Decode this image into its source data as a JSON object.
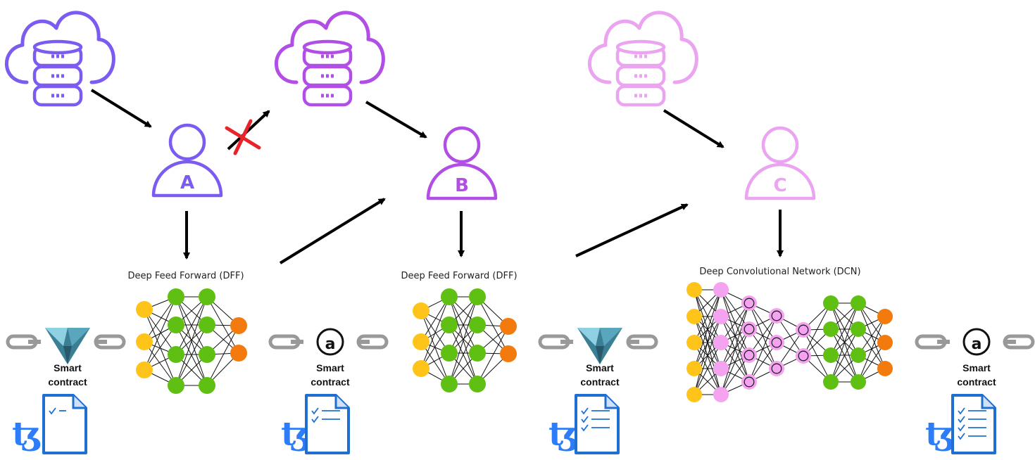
{
  "colors": {
    "participant_a": "#7c5cf0",
    "participant_b": "#b04ee6",
    "participant_c": "#eaa4f0",
    "neuron_input": "#ffc41a",
    "neuron_hidden": "#5fbf12",
    "neuron_output": "#f37a0c",
    "neuron_conv": "#f5a2f0",
    "contract_blue": "#1f6fd1",
    "tezos_blue": "#2c7df7",
    "cross_red": "#e8232a"
  },
  "participants": [
    {
      "id": "a",
      "label": "A",
      "color": "#7c5cf0"
    },
    {
      "id": "b",
      "label": "B",
      "color": "#b04ee6"
    },
    {
      "id": "c",
      "label": "C",
      "color": "#eaa4f0"
    }
  ],
  "networks": [
    {
      "id": "dff-1",
      "title": "Deep Feed Forward (DFF)"
    },
    {
      "id": "dff-2",
      "title": "Deep Feed Forward (DFF)"
    },
    {
      "id": "dcn",
      "title": "Deep Convolutional Network (DCN)"
    }
  ],
  "contracts": [
    {
      "id": "sc-1",
      "line1": "Smart",
      "line2": "contract",
      "chain_icon": "gem-icon",
      "glyph": "",
      "checks": 1
    },
    {
      "id": "sc-2",
      "line1": "Smart",
      "line2": "contract",
      "chain_icon": "a-circle-icon",
      "glyph": "a",
      "checks": 2
    },
    {
      "id": "sc-3",
      "line1": "Smart",
      "line2": "contract",
      "chain_icon": "gem-icon",
      "glyph": "",
      "checks": 3
    },
    {
      "id": "sc-4",
      "line1": "Smart",
      "line2": "contract",
      "chain_icon": "a-circle-icon",
      "glyph": "a",
      "checks": 4
    }
  ],
  "tezos_symbol": "ꜩ",
  "icons": [
    "cloud-database-icon",
    "user-icon",
    "chain-link-icon",
    "document-icon",
    "cross-icon"
  ]
}
